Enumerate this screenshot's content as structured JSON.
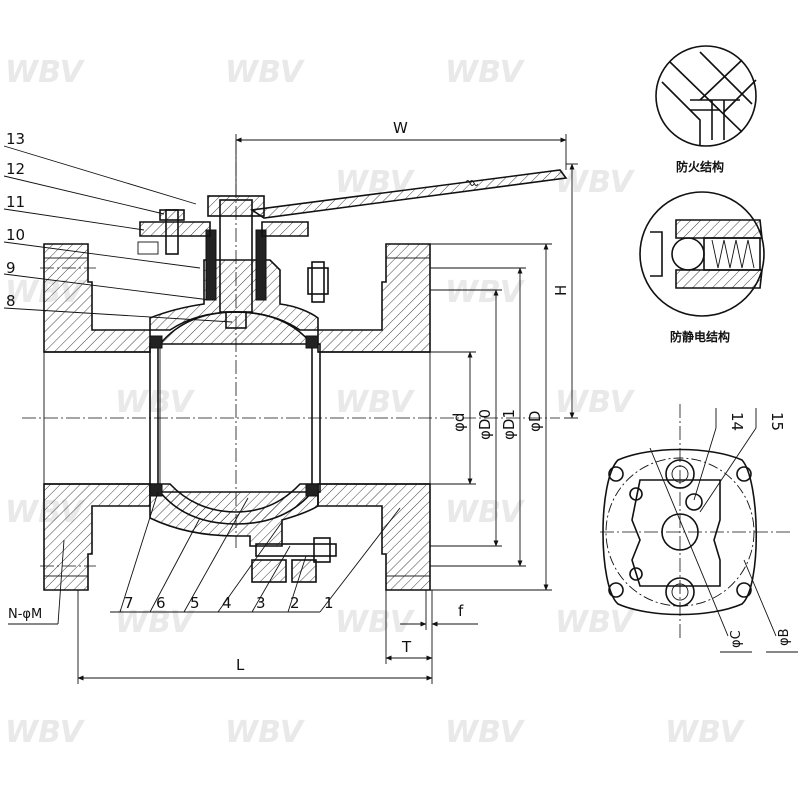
{
  "watermark": "WBV",
  "part_numbers": [
    "1",
    "2",
    "3",
    "4",
    "5",
    "6",
    "7",
    "8",
    "9",
    "10",
    "11",
    "12",
    "13",
    "14",
    "15"
  ],
  "dimensions": {
    "W": "W",
    "H": "H",
    "L": "L",
    "T": "T",
    "f": "f",
    "d": "φd",
    "D0": "φD0",
    "D1": "φD1",
    "D": "φD",
    "NM": "N-φM",
    "C": "φC",
    "B": "φB"
  },
  "captions": {
    "fire_safe": "防火结构",
    "anti_static": "防静电结构"
  }
}
